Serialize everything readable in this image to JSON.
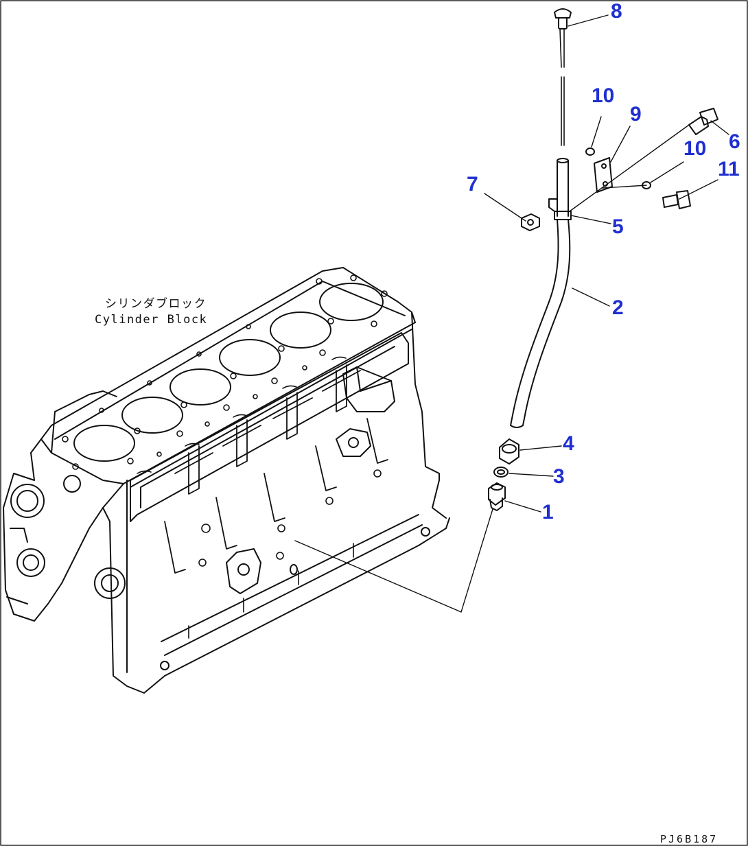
{
  "block_label": {
    "japanese": "シリンダブロック",
    "english": "Cylinder Block"
  },
  "callouts": [
    {
      "id": "c8",
      "text": "8"
    },
    {
      "id": "c10a",
      "text": "10"
    },
    {
      "id": "c9",
      "text": "9"
    },
    {
      "id": "c6",
      "text": "6"
    },
    {
      "id": "c10b",
      "text": "10"
    },
    {
      "id": "c11",
      "text": "11"
    },
    {
      "id": "c7",
      "text": "7"
    },
    {
      "id": "c5",
      "text": "5"
    },
    {
      "id": "c2",
      "text": "2"
    },
    {
      "id": "c4",
      "text": "4"
    },
    {
      "id": "c3",
      "text": "3"
    },
    {
      "id": "c1",
      "text": "1"
    }
  ],
  "drawing_code": "PJ6B187",
  "colors": {
    "callout": "#1f2fd0",
    "line": "#111111"
  }
}
